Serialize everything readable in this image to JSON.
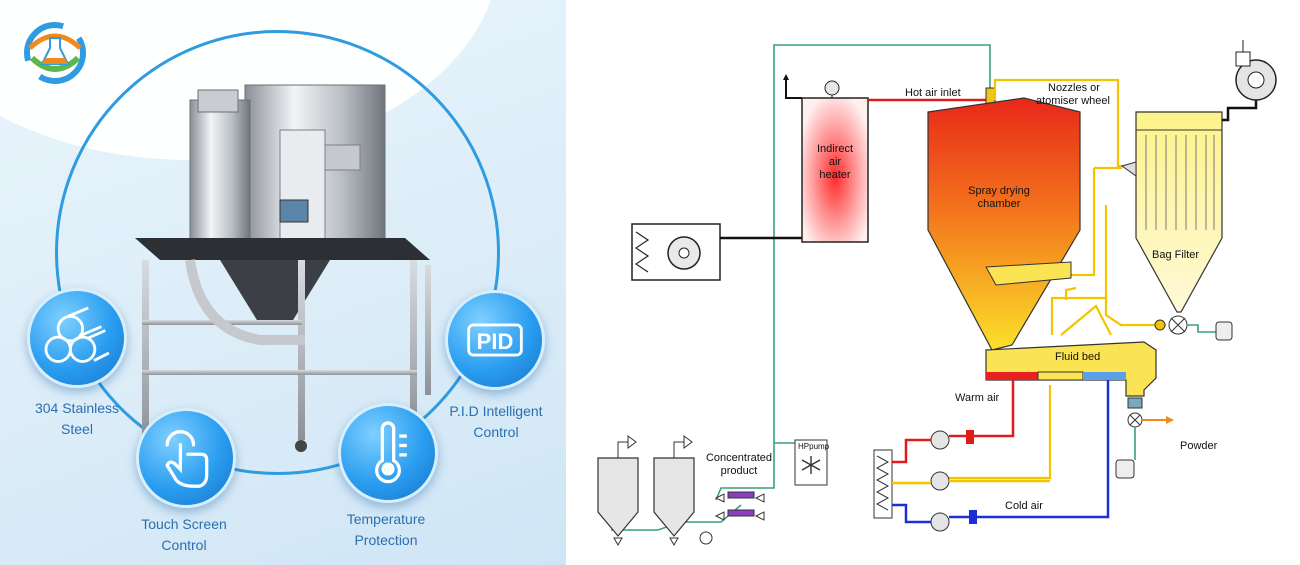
{
  "features": {
    "steel": {
      "line1": "304 Stainless",
      "line2": "Steel"
    },
    "touch": {
      "line1": "Touch Screen",
      "line2": "Control"
    },
    "temperature": {
      "line1": "Temperature",
      "line2": "Protection"
    },
    "pid": {
      "icon_text": "PID",
      "line1": "P.I.D Intelligent",
      "line2": "Control"
    }
  },
  "diagram": {
    "hot_air_inlet": "Hot air inlet",
    "nozzles_line1": "Nozzles or",
    "nozzles_line2": "atomiser wheel",
    "heater_line1": "Indirect",
    "heater_line2": "air",
    "heater_line3": "heater",
    "chamber_line1": "Spray drying",
    "chamber_line2": "chamber",
    "bag_filter": "Bag Filter",
    "fluid_bed": "Fluid bed",
    "warm_air": "Warm air",
    "cold_air": "Cold air",
    "powder": "Powder",
    "concentrated_line1": "Concentrated",
    "concentrated_line2": "product",
    "hp_pump": "HPpump"
  },
  "colors": {
    "accent_blue": "#2a9df0",
    "hot_red": "#e01b1b",
    "warm_yellow": "#f5c400",
    "cold_blue": "#1a2fd6",
    "pipe_green": "#3a9e7c"
  }
}
